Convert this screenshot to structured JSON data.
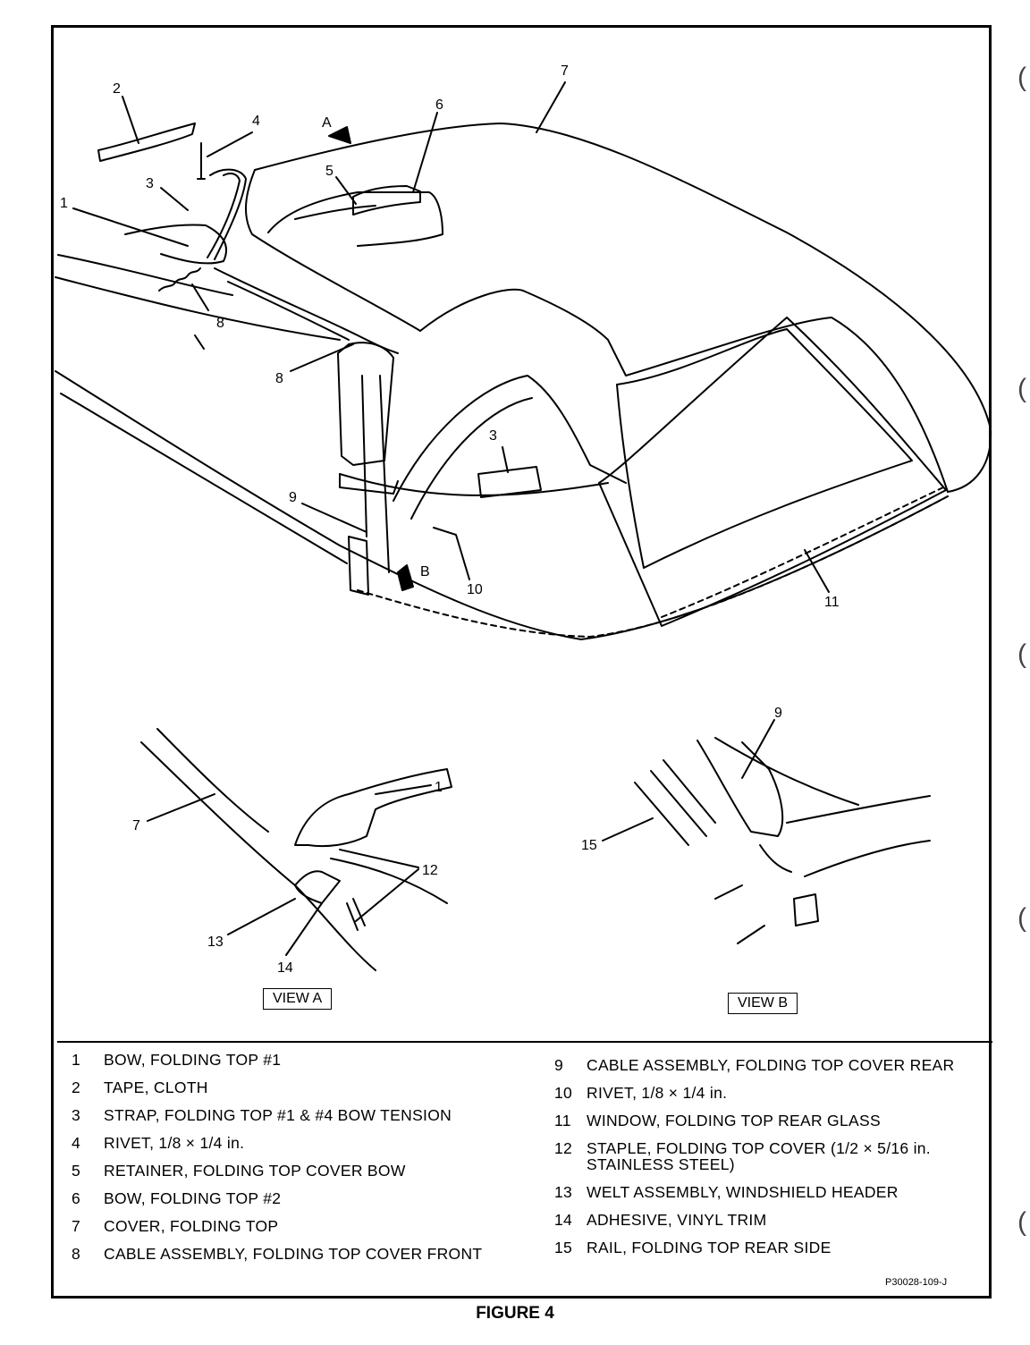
{
  "figure": {
    "title": "FIGURE 4",
    "part_number": "P30028-109-J"
  },
  "callouts": {
    "main": [
      "7",
      "2",
      "4",
      "A",
      "6",
      "5",
      "3",
      "1",
      "8",
      "8",
      "3",
      "9",
      "10",
      "B",
      "11"
    ],
    "view_a": [
      "1",
      "7",
      "12",
      "13",
      "14"
    ],
    "view_b": [
      "9",
      "15"
    ]
  },
  "views": {
    "a_label": "VIEW A",
    "b_label": "VIEW B"
  },
  "legend": {
    "left": [
      {
        "num": "1",
        "text": "BOW, FOLDING TOP #1"
      },
      {
        "num": "2",
        "text": "TAPE, CLOTH"
      },
      {
        "num": "3",
        "text": "STRAP, FOLDING TOP #1 & #4 BOW TENSION"
      },
      {
        "num": "4",
        "text": "RIVET, 1/8 × 1/4 in."
      },
      {
        "num": "5",
        "text": "RETAINER, FOLDING TOP COVER BOW"
      },
      {
        "num": "6",
        "text": "BOW, FOLDING TOP #2"
      },
      {
        "num": "7",
        "text": "COVER, FOLDING TOP"
      },
      {
        "num": "8",
        "text": "CABLE ASSEMBLY, FOLDING TOP COVER FRONT"
      }
    ],
    "right": [
      {
        "num": "9",
        "text": "CABLE ASSEMBLY, FOLDING TOP COVER REAR"
      },
      {
        "num": "10",
        "text": "RIVET, 1/8 × 1/4 in."
      },
      {
        "num": "11",
        "text": "WINDOW, FOLDING TOP REAR GLASS"
      },
      {
        "num": "12",
        "text": "STAPLE, FOLDING TOP COVER (1/2 × 5/16 in.\nSTAINLESS STEEL)"
      },
      {
        "num": "13",
        "text": "WELT ASSEMBLY, WINDSHIELD HEADER"
      },
      {
        "num": "14",
        "text": "ADHESIVE, VINYL TRIM"
      },
      {
        "num": "15",
        "text": "RAIL, FOLDING TOP REAR SIDE"
      }
    ]
  },
  "margin_marks": [
    "(",
    "(",
    "(",
    "(",
    "("
  ]
}
